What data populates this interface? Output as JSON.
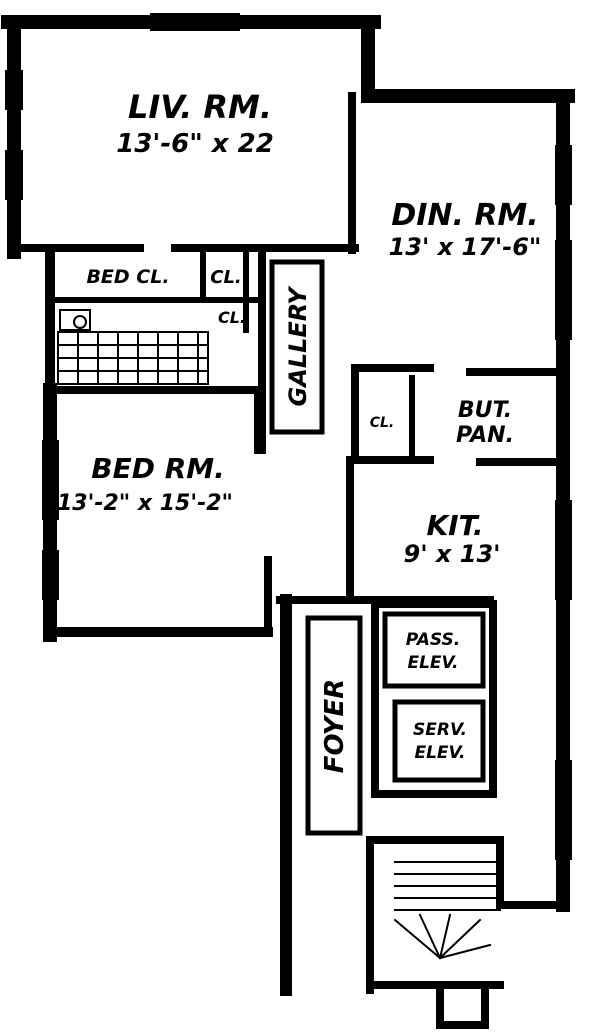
{
  "rooms": {
    "living": {
      "name": "LIV. RM.",
      "size": "13'-6\" x 22"
    },
    "dining": {
      "name": "DIN. RM.",
      "size": "13' x 17'-6\""
    },
    "bed_closet": {
      "name": "BED CL."
    },
    "closet_1": {
      "name": "CL."
    },
    "closet_2": {
      "name": "CL."
    },
    "gallery": {
      "name": "GALLERY"
    },
    "closet_3": {
      "name": "CL."
    },
    "butler_pantry": {
      "line1": "BUT.",
      "line2": "PAN."
    },
    "bedroom": {
      "name": "BED RM.",
      "size": "13'-2\" x 15'-2\""
    },
    "kitchen": {
      "name": "KIT.",
      "size": "9' x 13'"
    },
    "foyer": {
      "name": "FOYER"
    },
    "passenger_elevator": {
      "line1": "PASS.",
      "line2": "ELEV."
    },
    "service_elevator": {
      "line1": "SERV.",
      "line2": "ELEV."
    }
  }
}
